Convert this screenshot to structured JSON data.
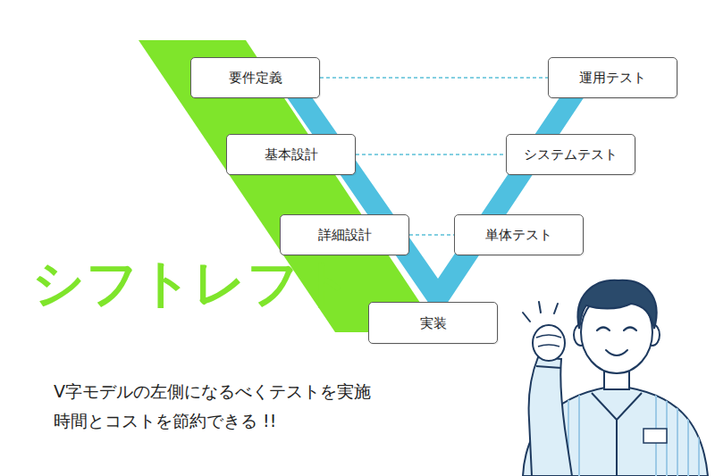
{
  "diagram": {
    "title": "シフトレフト",
    "caption": "V字モデルの左側になるべくテストを実施 時間とコストを節約できる !!",
    "nodes": [
      {
        "text": [
          "要件定義"
        ]
      },
      {
        "text": [
          "運用テスト"
        ]
      },
      {
        "text": [
          "基本設計"
        ]
      },
      {
        "text": [
          "システムテスト"
        ]
      },
      {
        "text": [
          "詳細設計"
        ]
      },
      {
        "text": [
          "単体テスト"
        ]
      },
      {
        "text": [
          "実装"
        ]
      }
    ],
    "edges": [
      {
        "from": 0,
        "to": 1,
        "arrow": "none"
      },
      {
        "from": 2,
        "to": 3,
        "arrow": "none"
      },
      {
        "from": 4,
        "to": 5,
        "arrow": "none"
      }
    ]
  }
}
